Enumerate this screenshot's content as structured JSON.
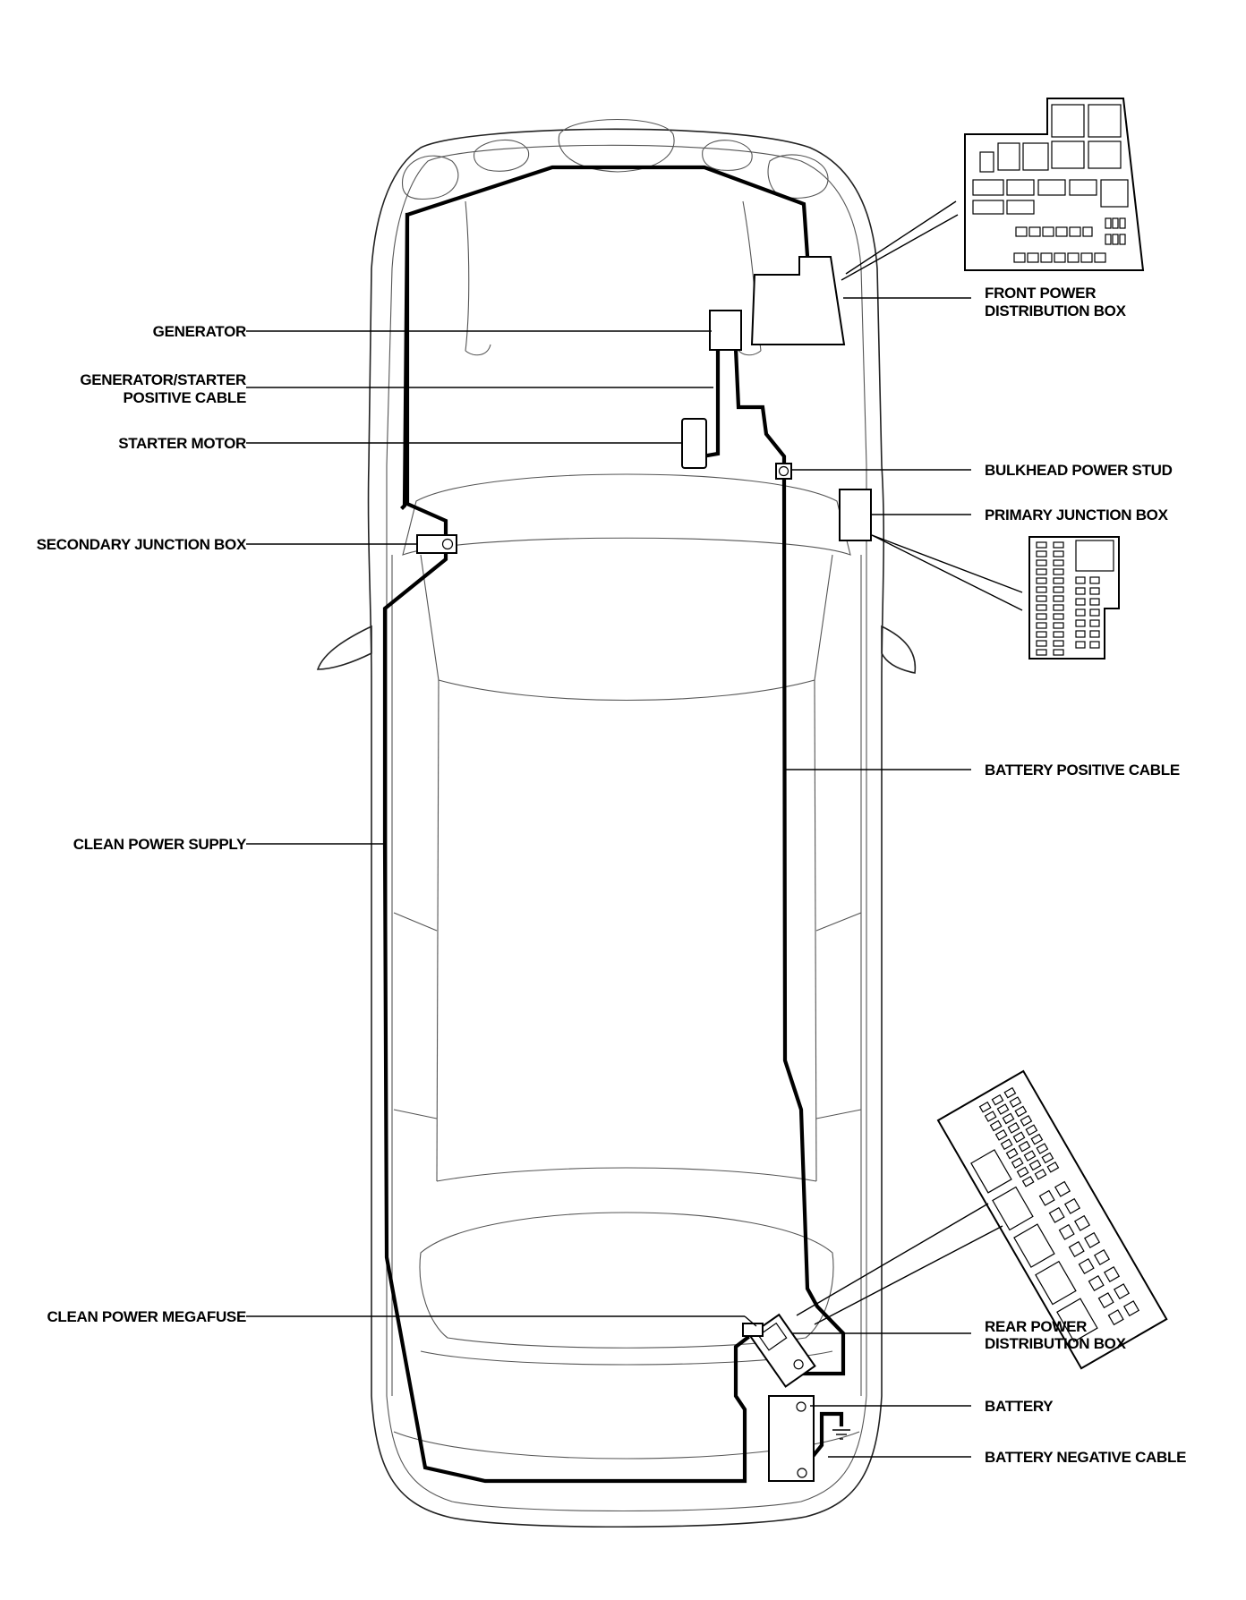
{
  "labels": {
    "generator": "GENERATOR",
    "gen_starter_cable_l1": "GENERATOR/STARTER",
    "gen_starter_cable_l2": "POSITIVE CABLE",
    "starter_motor": "STARTER MOTOR",
    "secondary_junction_box": "SECONDARY JUNCTION BOX",
    "clean_power_supply": "CLEAN POWER SUPPLY",
    "clean_power_megafuse": "CLEAN POWER MEGAFUSE",
    "front_power_l1": "FRONT POWER",
    "front_power_l2": "DISTRIBUTION BOX",
    "bulkhead_power_stud": "BULKHEAD POWER STUD",
    "primary_junction_box": "PRIMARY JUNCTION BOX",
    "battery_positive_cable": "BATTERY POSITIVE CABLE",
    "rear_power_l1": "REAR POWER",
    "rear_power_l2": "DISTRIBUTION BOX",
    "battery": "BATTERY",
    "battery_negative_cable": "BATTERY NEGATIVE CABLE"
  }
}
